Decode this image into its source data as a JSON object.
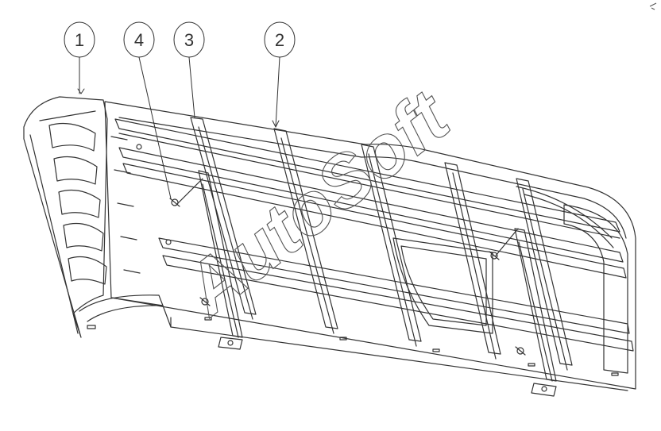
{
  "callouts": [
    {
      "label": "1"
    },
    {
      "label": "4"
    },
    {
      "label": "3"
    },
    {
      "label": "2"
    }
  ],
  "watermark": {
    "text": "AutoSoft"
  },
  "colors": {
    "line": "#333333",
    "background": "#ffffff"
  }
}
